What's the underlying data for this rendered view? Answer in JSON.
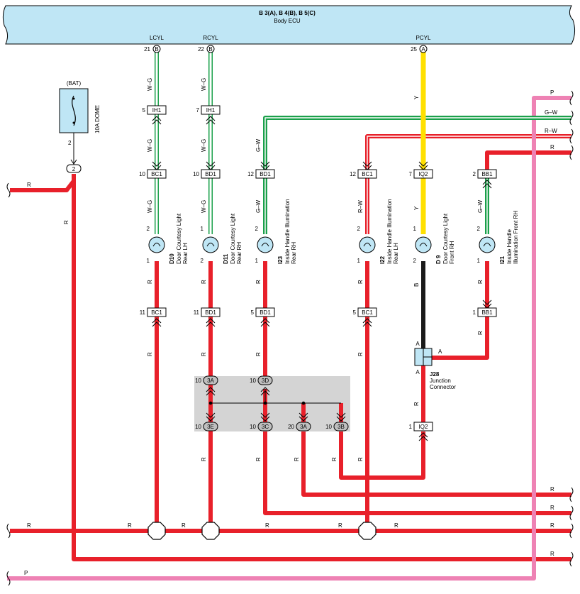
{
  "ecu": {
    "title": "B 3(A), B 4(B), B 5(C)",
    "subtitle": "Body ECU"
  },
  "ecu_signals": {
    "lcyl": "LCYL",
    "rcyl": "RCYL",
    "pcyl": "PCYL"
  },
  "ecu_pins": [
    {
      "pin": "21",
      "conn": "B"
    },
    {
      "pin": "22",
      "conn": "B"
    },
    {
      "pin": "25",
      "conn": "A"
    }
  ],
  "fuse": {
    "label": "(BAT)",
    "name": "10A DOME",
    "pin_top": "2",
    "pin_joint": "2"
  },
  "wire_colors": {
    "red": "#e8202a",
    "pink": "#ee82b4",
    "yellow": "#ffe000",
    "green": "#1aa04a",
    "black": "#1a1a1a",
    "ecu_fill": "#bfe6f5"
  },
  "wire_labels": {
    "R": "R",
    "P": "P",
    "WG": "W–G",
    "GW": "G–W",
    "RW": "R–W",
    "Y": "Y",
    "B": "B"
  },
  "connectors": {
    "ih1_a": {
      "pin": "5",
      "name": "IH1"
    },
    "ih1_b": {
      "pin": "7",
      "name": "IH1"
    },
    "bc1_a": {
      "pin": "10",
      "name": "BC1"
    },
    "bd1_a": {
      "pin": "10",
      "name": "BD1"
    },
    "bd1_b": {
      "pin": "12",
      "name": "BD1"
    },
    "bc1_b": {
      "pin": "12",
      "name": "BC1"
    },
    "iq2_a": {
      "pin": "7",
      "name": "IQ2"
    },
    "bb1_a": {
      "pin": "2",
      "name": "BB1"
    },
    "bc1_c": {
      "pin": "11",
      "name": "BC1"
    },
    "bd1_c": {
      "pin": "11",
      "name": "BD1"
    },
    "bd1_d": {
      "pin": "5",
      "name": "BD1"
    },
    "bc1_d": {
      "pin": "5",
      "name": "BC1"
    },
    "bb1_b": {
      "pin": "1",
      "name": "BB1"
    },
    "iq2_b": {
      "pin": "1",
      "name": "IQ2"
    }
  },
  "bulbs": [
    {
      "code": "D10",
      "name": "Door Courtesy Light",
      "side": "Rear LH",
      "pin_top": "2",
      "pin_bottom": "1"
    },
    {
      "code": "D11",
      "name": "Door Courtesy Light",
      "side": "Rear RH",
      "pin_top": "1",
      "pin_bottom": "2"
    },
    {
      "code": "I23",
      "name": "Inside Handle Illumination",
      "side": "Rear RH",
      "pin_top": "2",
      "pin_bottom": "1"
    },
    {
      "code": "I22",
      "name": "Inside Handle Illumination",
      "side": "Rear LH",
      "pin_top": "2",
      "pin_bottom": "1"
    },
    {
      "code": "D 9",
      "name": "Door Courtesy Light",
      "side": "Front RH",
      "pin_top": "1",
      "pin_bottom": "2"
    },
    {
      "code": "I21",
      "name": "Inside Handle",
      "side": "Illumination Front RH",
      "pin_top": "2",
      "pin_bottom": "1"
    }
  ],
  "junction_connector": {
    "code": "J28",
    "line1": "Junction",
    "line2": "Connector",
    "pin": "A"
  },
  "splices": [
    {
      "pin": "10",
      "name": "3A"
    },
    {
      "pin": "10",
      "name": "3D"
    },
    {
      "pin": "10",
      "name": "3E"
    },
    {
      "pin": "10",
      "name": "3C"
    },
    {
      "pin": "20",
      "name": "3A"
    },
    {
      "pin": "10",
      "name": "3B"
    }
  ]
}
